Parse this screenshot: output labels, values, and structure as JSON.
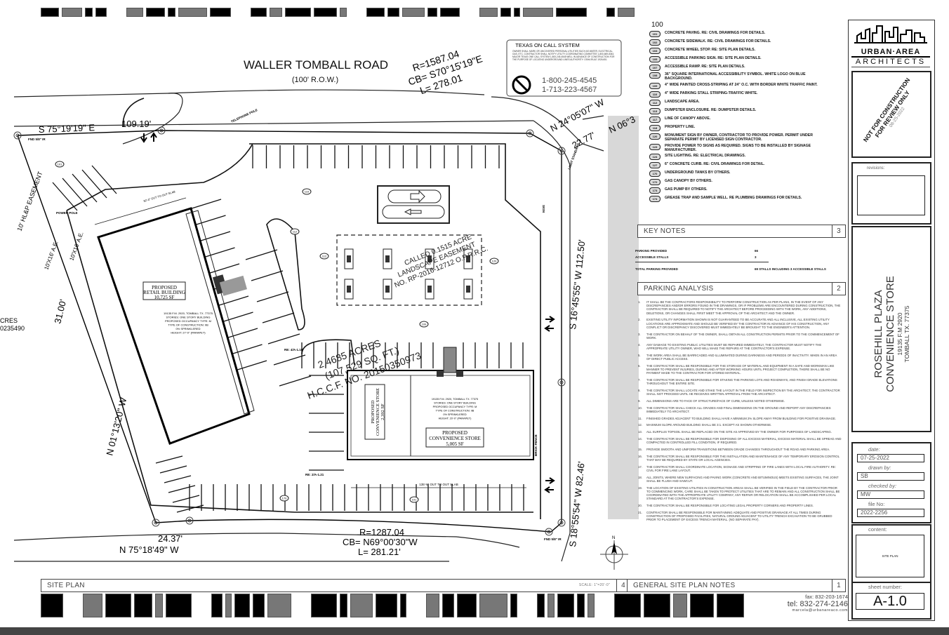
{
  "site": {
    "road_name": "WALLER TOMBALL ROAD",
    "road_row": "(100' R.O.W.)",
    "curve_top": {
      "r": "R=1587.04",
      "cb": "CB= S70°15'19\"E",
      "l": "L= 278.01"
    },
    "curve_bottom": {
      "r": "R=1287.04",
      "cb": "CB= N69°00'30\"W",
      "l": "L= 281.21'"
    },
    "bearing_top": "S 75°19'19\" E",
    "dist_top": "109.19'",
    "bearing_ne": "N 24°05'07\" W",
    "dist_ne": "22.77'",
    "bearing_ne2": "N 06°3",
    "bearing_right1": "S 16°45'55\" W  112.50'",
    "bearing_right2": "S 18°55'54\" W  82.46'",
    "bearing_left": "N 01°13'20\" W",
    "dist_left": "31.00'",
    "bearing_bottom": "N 75°18'49\" W",
    "dist_bottom": "24.37'",
    "fnd_ir_top": "FND 5/8\" IR",
    "fnd_ir_bottom": "FND 5/8\" IR",
    "easement": "10' HL&P EASEMENT",
    "ae1": "10'X16' A.E.",
    "ae2": "10'X16' A.E.",
    "power_pole": "POWER POLE",
    "telephone_pole": "TELEPHONE POLE",
    "light_standard": "LIGHT STANDARD",
    "sign": "SIGN",
    "brick_fence": "BRICK FENCE",
    "acres_left": "CRES",
    "acres_left_no": "0235490",
    "tract": "2.4685 ACRES",
    "tract_sqft": "(107,529 SQ. FT.)",
    "tract_hccf": "H.C.C.F. NO. 20150350973",
    "easement_landscape_1": "CALLED 0.1515 ACRE",
    "easement_landscape_2": "LANDSCAPE EASEMENT",
    "easement_landscape_3": "NO. RP-2016-12712 O.P.R.R.C.",
    "detail_ref1": "RE: 4/A-1.10",
    "detail_ref2": "RE: 2/A-1.21",
    "retail": {
      "title": "PROPOSED",
      "title2": "RETAIL BUILDING",
      "area": "10,725 SF",
      "info": [
        "19135 F.M. 2920, TOMBALL TX. 77375",
        "STORIES: ONE STORY BUILDING",
        "PROPOSED OCCUPANCY TYPE: M",
        "TYPE OF CONSTRUCTION: IIB",
        "0% SPRINKLERED",
        "HEIGHT: 27'-0\" (PARAPET)"
      ],
      "dim": "82'-0\" OUT TO OUT SLAB"
    },
    "store_small": {
      "title": "PROPOSED",
      "title2": "CONVENIENCE STORE",
      "area": "2,392 SF"
    },
    "store": {
      "title": "PROPOSED",
      "title2": "CONVENIENCE STORE",
      "area": "5,005 SF",
      "info": [
        "19135 F.M. 2920, TOMBALL TX. 77375",
        "STORIES: ONE STORY BUILDING",
        "PROPOSED OCCUPANCY TYPE: M",
        "TYPE OF CONSTRUCTION: IIB",
        "0% SPRINKLERED",
        "HEIGHT: 20'-0\" (PARAPET)"
      ],
      "dim": "135'-6\" OUT TO OUT SLAB"
    },
    "tag_labels": [
      "101",
      "110",
      "112",
      "112",
      "101",
      "170",
      "120",
      "109"
    ],
    "oncall": {
      "title": "TEXAS ON CALL SYSTEM",
      "body": "OWNER SHALL MARK OR UNCOVERED PERSONAL UTILITIES SUCH AS WATER, ELECTRICAL, GAS, ETC. CONTRACTOR SHALL NOTIFY UTILITY COORDINATING COMMITTEE 1-800-669-8344. MAJOR TEXAS ONE CALL SYSTEM 1-800-245-4545 WELL IN ADVANCE OF CONSTRUCTION FOR THE PURPOSE OF LOCATING UNDERGROUND LINES AUTHORITY: OSHA RULE 1926.651",
      "phone1": "1-800-245-4545",
      "phone2": "1-713-223-4567"
    },
    "north": "N"
  },
  "keynotes": {
    "header": "100",
    "items": [
      {
        "tag": "101",
        "text": "CONCRETE PAVING.  RE: CIVIL DRAWINGS FOR DETAILS."
      },
      {
        "tag": "102",
        "text": "CONCRETE SIDEWALK. RE: CIVIL DRAWINGS FOR DETAILS."
      },
      {
        "tag": "103",
        "text": "CONCRETE WHEEL STOP.  RE: SITE PLAN DETAILS."
      },
      {
        "tag": "105",
        "text": "ACCESSIBLE PARKING SIGN.  RE: SITE PLAN DETAILS."
      },
      {
        "tag": "107",
        "text": "ACCESSIBLE RAMP.  RE: SITE PLAN DETAILS."
      },
      {
        "tag": "108",
        "text": "36\" SQUARE INTERNATIONAL ACCESSIBILITY SYMBOL. WHITE LOGO ON BLUE BACKGROUND."
      },
      {
        "tag": "109",
        "text": "4\" WIDE PAINTED CROSS-STRIPING AT 24\" O.C. WITH BORDER WHITE TRAFFIC PAINT."
      },
      {
        "tag": "110",
        "text": "4\" WIDE PARKING STALL STRIPING-TRAFFIC WHITE."
      },
      {
        "tag": "112",
        "text": "LANDSCAPE AREA."
      },
      {
        "tag": "113",
        "text": "DUMPSTER ENCLOSURE.  RE: DUMPSTER DETAILS."
      },
      {
        "tag": "117",
        "text": "LINE OF CANOPY ABOVE."
      },
      {
        "tag": "118",
        "text": "PROPERTY LINE."
      },
      {
        "tag": "120",
        "text": "MONUMENT SIGN BY OWNER, CONTRACTOR TO PROVIDE POWER. PERMIT UNDER SEPARATE PERMIT BY LICENSED SIGN CONTRACTOR."
      },
      {
        "tag": "123",
        "text": "PROVIDE POWER TO SIGNS AS REQUIRED. SIGNS TO BE INSTALLED BY SIGNAGE MANUFACTURER."
      },
      {
        "tag": "124",
        "text": "SITE LIGHTING.  RE: ELECTRICAL DRAWINGS."
      },
      {
        "tag": "127",
        "text": "6\" CONCRETE CURB.  RE: CIVIL DRAWINGS FOR DETAIL."
      },
      {
        "tag": "170",
        "text": "UNDERGROUND TANKS BY OTHERS."
      },
      {
        "tag": "172",
        "text": "GAS CANOPY BY OTHERS."
      },
      {
        "tag": "173",
        "text": "GAS PUMP BY OTHERS."
      },
      {
        "tag": "174",
        "text": "GREASE TRAP AND SAMPLE WELL. RE PLUMBING DRAWINGS FOR DETAILS."
      }
    ],
    "section_title": "KEY NOTES",
    "section_number": "3"
  },
  "parking": {
    "rows": [
      {
        "label": "PARKING PROVIDED",
        "value": "66"
      },
      {
        "label": "ACCESSIBLE STALLS",
        "value": "3"
      }
    ],
    "total_label": "TOTAL PARKING PROVIDED",
    "total_value": "69  STALLS INCLUDING 3 ACCESSIBLE STALLS",
    "section_title": "PARKING ANALYSIS",
    "section_number": "2"
  },
  "general_notes": {
    "section_title": "GENERAL SITE PLAN NOTES",
    "section_number": "1",
    "items": [
      {
        "num": "1.",
        "text": "IT SHALL BE THE CONTRACTORS RESPONSIBILITY TO PERFORM CONSTRUCTION AS PER PLANS, IN THE EVENT OF ANY DISCREPANCIES AND/OR ERRORS FOUND IN THE DRAWINGS, OR IF PROBLEMS ARE ENCOUNTERED DURING CONSTRUCTION, THE CONTRACTOR SHALL BE REQUIRED TO NOTIFY THE ARCHITECT BEFORE PROCEEDING WITH THE WORK, ANY ADDITIONS, DELETIONS, OR CHANGES SHALL FIRST MEET THE APPROVAL OF THE ARCHITECT AND THE OWNER."
      },
      {
        "num": "2.",
        "text": "EXISTING UTILITY INFORMATION SHOWN IS NOT GUARANTEED TO BE ACCURATE AND ALL INCLUSIVE, ALL EXISTING UTILITY LOCATIONS ARE APPROXIMATE AND SHOULD BE VERIFIED BY THE CONTRACTOR IN ADVANCE OF HIS CONSTRUCTION, ANY CONFLICT OR DISCREPANCY DISCOVERED MUST IMMEDIATELY BE BROUGHT TO THE ENGINEER'S ATTENTION."
      },
      {
        "num": "3.",
        "text": "THE CONTRACTOR ON BEHALF OF THE OWNER, SHALL OBTAIN ALL CONSTRUCTION PERMITS PRIOR TO THE COMMENCEMENT OF WORK."
      },
      {
        "num": "4.",
        "text": "ANY DAMAGE TO EXISTING PUBLIC UTILITIES MUST BE REPAIRED IMMEDIATELY, THE CONTRACTOR MUST NOTIFY THE APPROPRIATE UTILITY OWNER, WHO WILL MAKE THE REPAIRS AT THE CONTRACTOR'S EXPENSE."
      },
      {
        "num": "5.",
        "text": "THE WORK AREA SHALL BE BARRICADED AND ILLUMINATED DURING DARKNESS AND PERIODS OF INACTIVITY. WHEN IN AN AREA OF DIRECT PUBLIC ACCESS."
      },
      {
        "num": "6.",
        "text": "THE CONTRACTOR SHALL BE RESPONSIBLE FOR THE STORAGE OF MATERIAL AND EQUIPMENT IN A SAFE AND WORKMAN LIKE MANNER TO PREVENT INJURIES, DURING AND AFTER WORKING HOURS UNTIL PROJECT COMPLETION, THERE SHALL BE NO PAYMENT MADE TO THE CONTRACTOR FOR STORED MATERIAL."
      },
      {
        "num": "7.",
        "text": "THE CONTRACTOR SHALL BE RESPONSIBLE FOR STAKING THE PARKING LOTS AND ROADWAYS, AND FINISH GRADE ELEVATIONS THROUGHOUT THE ENTIRE SITE."
      },
      {
        "num": "8.",
        "text": "THE CONTRACTOR SHALL LOCATE AND STAKE THE LAYOUT IN THE FIELD FOR INSPECTION BY THE ARCHITECT, THE CONTRACTOR SHALL NOT PROCEED UNTIL HE RECEIVES WRITTEN APPROVAL FROM THE ARCHITECT."
      },
      {
        "num": "9.",
        "text": "ALL DIMENSIONS ARE TO FACE OF STRUCTURE/FACE OF CURB, UNLESS NOTED OTHERWISE."
      },
      {
        "num": "10.",
        "text": "THE CONTRACTOR SHALL CHECK ALL GRADES AND FINAL DIMENSIONS ON THE GROUND AND REPORT ANY DISCREPANCIES IMMEDIATELY TO ARCHITECT."
      },
      {
        "num": "11.",
        "text": "FINISHED GRADES ADJACENT TO BUILDING SHALL HAVE A MINIMUM 2% SLOPE AWAY FROM BUILDING FOR POSITIVE DRAINAGE."
      },
      {
        "num": "12.",
        "text": "MAXIMUM SLOPE AROUND BUILDING SHALL BE 3:1. EXCEPT AS SHOWN OTHERWISE."
      },
      {
        "num": "13.",
        "text": "ALL SURPLUS TOPSOIL SHALL BE REPLACED ON THE SITE AS APPROVED BY THE OWNER FOR PURPOSES OF LANDSCAPING."
      },
      {
        "num": "14.",
        "text": "THE CONTRACTOR SHALL BE RESPONSIBLE FOR DISPOSING OF ALL EXCESS MATERIAL, EXCESS MATERIAL SHALL BE SPREAD AND COMPACTED IN CONTROLLED FILL CONDITION, IF REQUIRED."
      },
      {
        "num": "15.",
        "text": "PROVIDE SMOOTH AND UNIFORM TRANSITIONS BETWEEN GRADE CHANGES THROUGHOUT THE ROAD AND PARKING AREA."
      },
      {
        "num": "16.",
        "text": "THE CONTRACTOR SHALL BE RESPONSIBLE FOR THE INSTALLATION AND MAINTENANCE OF ANY TEMPORARY EROSION CONTROL THAT MAY BE REQUIRED BY STATE OR LOCAL AGENCIES."
      },
      {
        "num": "17.",
        "text": "THE CONTRACTOR SHALL COORDINATE LOCATION, SIGNAGE AND STRIPPING OF FIRE LANES WITH LOCAL FIRE AUTHORITY. RE: CIVIL FOR FIRE LANE LAYOUT."
      },
      {
        "num": "18.",
        "text": "ALL JOINTS, WHERE NEW SURFACING AND PAVING WORK (CONCRETE AND BITUMINOUS) MEETS EXISTING SURFACES, THE JOINT SHALL BE FLUSH AND SAWCUT."
      },
      {
        "num": "19.",
        "text": "THE LOCATION OF EXISTING UTILITIES IN CONSTRUCTION AREAS SHALL BE VERIFIED IN THE FIELD BY THE CONTRACTOR PRIOR TO COMMENCING WORK, CARE SHALL BE TAKEN TO PROTECT UTILITIES THAT ARE TO REMAIN AND ALL CONSTRUCTION SHALL BE COORDINATED WITH THE APPROPRIATE UTILITY COMPANY, ANY REPAIR OR RELOCATION SHALL BE ACCOMPLISHED PER LOCAL STANDARD AT THE CONTRACTOR'S EXPENSE."
      },
      {
        "num": "20.",
        "text": "THE CONTRACTOR SHALL BE RESPONSIBLE FOR LOCATING LEGAL PROPERTY CORNERS AND PROPERTY LINES."
      },
      {
        "num": "21.",
        "text": "CONTRACTOR SHALL BE RESPONSIBLE FOR MAINTAINING ADEQUATE AND POSITIVE DRAINAGE AT ALL TIMES DURING CONSTRUCTION OF PROPOSED FACILITIES, NATURAL GROUND ADJACENT TO UTILITY TRENCH EXCAVATION TO BE GRUBBED PRIOR TO PLACEMENT OF EXCESS TRENCH MATERIAL. (NO SEPARATE PAY)."
      }
    ]
  },
  "site_plan_bar": {
    "title": "SITE PLAN",
    "scale": "SCALE: 1\"=20'-0\"",
    "number": "4"
  },
  "title_block": {
    "firm_line1": "URBAN·AREA",
    "firm_line2": "ARCHITECTS",
    "stamp_line1": "NOT FOR CONSTRUCTION",
    "stamp_line2": "FOR REVIEW ONLY",
    "stamp_date": "08-25-2022",
    "revisions_label": "revisions:",
    "project_line1": "ROSEHILL PLAZA",
    "project_line2": "CONVENIENCE STORE",
    "address_line1": "19135 F.M 2920",
    "address_line2": "TOMBALL TX. 77375",
    "date_label": "date:",
    "date": "07-25-2022",
    "drawn_label": "drawn by:",
    "drawn": "SB",
    "checked_label": "checked by:",
    "checked": "MW",
    "file_label": "file No:",
    "file": "2022-2256",
    "content_label": "content:",
    "content": "SITE PLAN",
    "sheet_label": "sheet number:",
    "sheet": "A-1.0"
  },
  "contact": {
    "fax": "fax: 832-203-1674",
    "tel": "tel: 832-274-2146",
    "email": "marcela@urbanareaco.com"
  }
}
